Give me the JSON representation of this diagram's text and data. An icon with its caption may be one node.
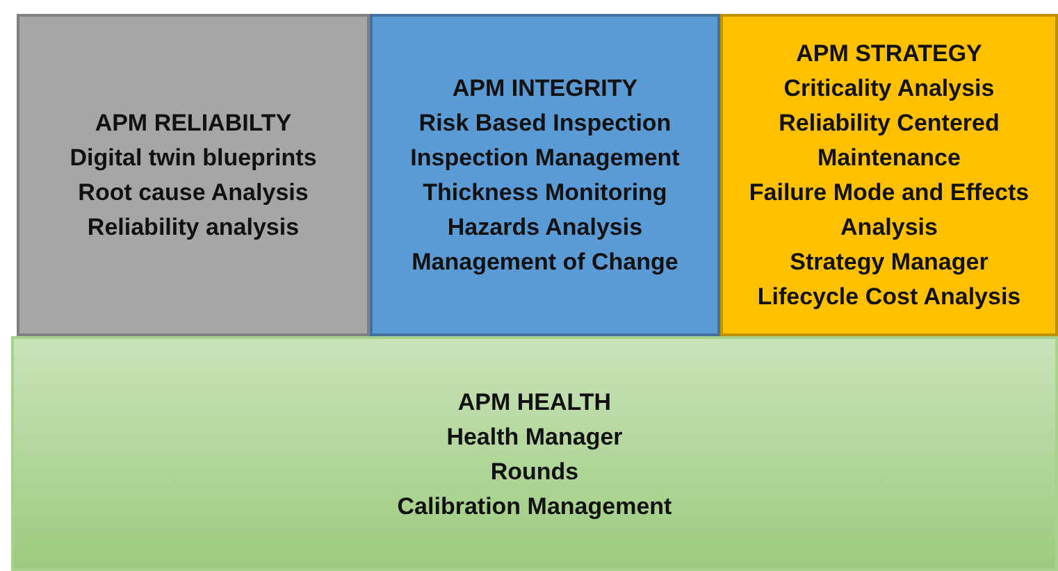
{
  "diagram": {
    "nodes": [
      {
        "text": [
          "APM RELIABILTY",
          "Digital twin blueprints",
          "Root cause Analysis",
          "Reliability analysis"
        ]
      },
      {
        "text": [
          "APM INTEGRITY",
          "Risk Based Inspection",
          "Inspection Management",
          "Thickness Monitoring",
          "Hazards Analysis",
          "Management of Change"
        ]
      },
      {
        "text": [
          "APM STRATEGY",
          "Criticality Analysis",
          "Reliability Centered Maintenance",
          "Failure Mode and Effects Analysis",
          "Strategy Manager",
          "Lifecycle Cost Analysis"
        ]
      },
      {
        "text": [
          "APM HEALTH",
          "Health Manager",
          "Rounds",
          "Calibration Management"
        ]
      }
    ],
    "edges": []
  }
}
